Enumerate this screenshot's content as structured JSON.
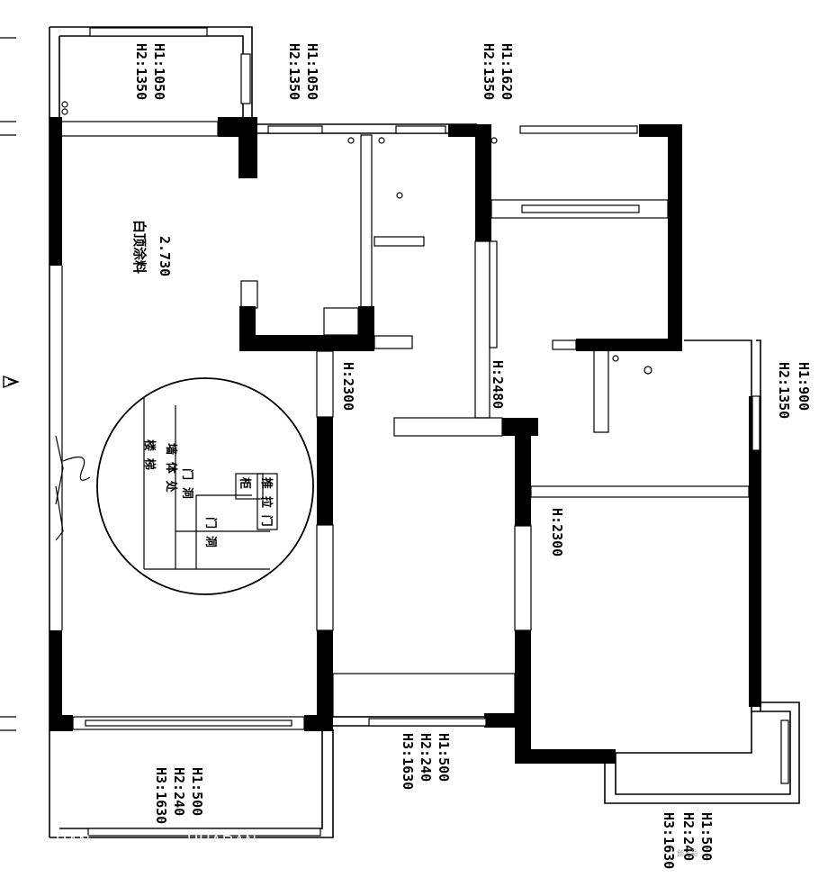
{
  "labels": {
    "bay_window_left": [
      "H1:1050",
      "H2:1350"
    ],
    "window_top_mid": [
      "H1:1050",
      "H2:1350"
    ],
    "window_top_right": [
      "H1:1620",
      "H2:1350"
    ],
    "window_right": [
      "H1:900",
      "H2:1350"
    ],
    "door_left": "H:2300",
    "door_mid": "H:2480",
    "door_right": "H:2300",
    "balcony_left": [
      "H1:500",
      "H2:240",
      "H3:1630"
    ],
    "balcony_mid": [
      "H1:500",
      "H2:240",
      "H3:1630"
    ],
    "balcony_right": [
      "H1:500",
      "H2:240",
      "H3:1630"
    ],
    "ceiling_height": "2.730",
    "ceiling_note": "白顶涂料"
  },
  "watermark": {
    "left": "RAN",
    "center": "HUARAN",
    "corner": "创 · 品"
  },
  "icons": {
    "north_arrow": "north-arrow-icon",
    "detail_circle": "detail-callout-icon"
  }
}
